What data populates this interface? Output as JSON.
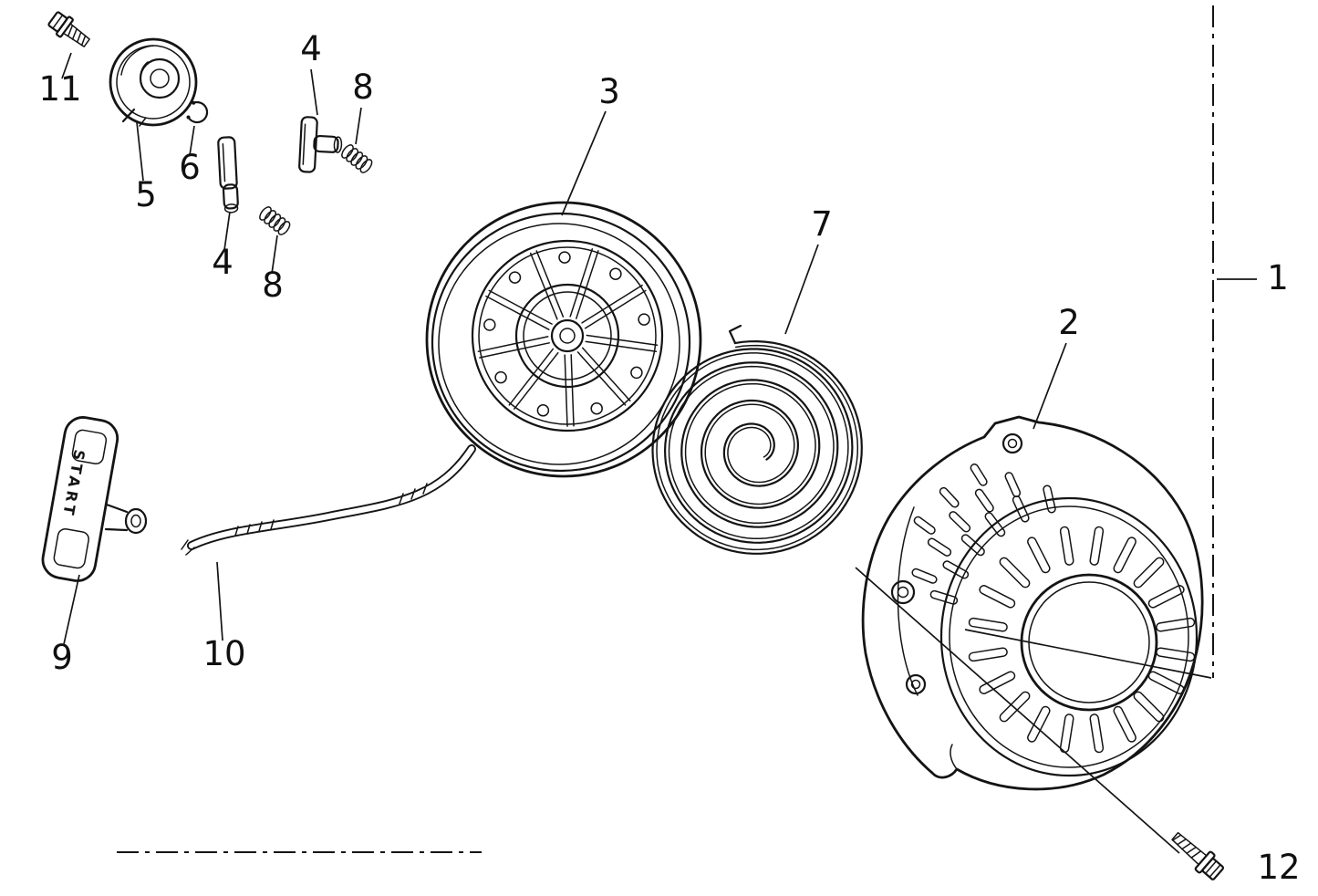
{
  "diagram": {
    "grip_text": "START",
    "labels": {
      "n1": "1",
      "n2": "2",
      "n3": "3",
      "n4a": "4",
      "n4b": "4",
      "n5": "5",
      "n6": "6",
      "n7": "7",
      "n8a": "8",
      "n8b": "8",
      "n9": "9",
      "n10": "10",
      "n11": "11",
      "n12": "12"
    }
  }
}
